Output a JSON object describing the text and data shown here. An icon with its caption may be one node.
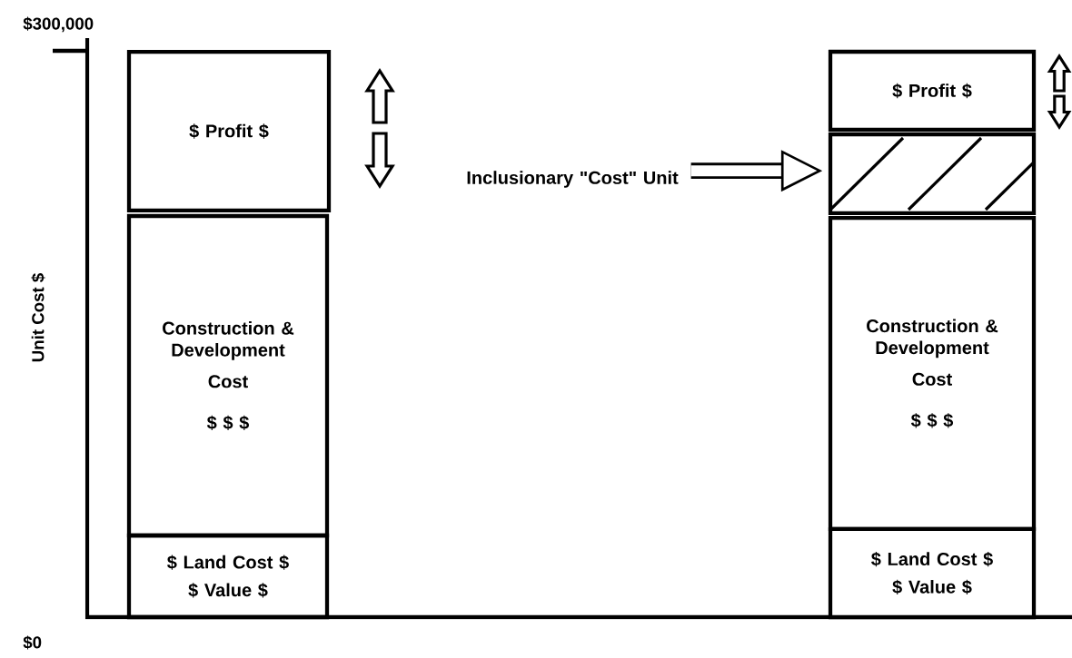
{
  "diagram": {
    "nodes": [
      {
        "text": [
          "$ Profit $"
        ]
      },
      {
        "text": [
          "Construction & Development",
          "Cost",
          "$ $ $"
        ]
      },
      {
        "text": [
          "$ Land Cost $",
          "$ Value $"
        ]
      },
      {
        "text": [
          "Inclusionary \"Cost\" Unit"
        ]
      },
      {
        "text": [
          "$ Profit $"
        ]
      },
      {
        "text": [],
        "shape": "box"
      },
      {
        "text": [
          "Construction & Development",
          "Cost",
          "$ $ $"
        ]
      },
      {
        "text": [
          "$ Land Cost $",
          "$ Value $"
        ]
      }
    ],
    "edges": [
      {
        "from": 3,
        "to": 5,
        "arrow": "to"
      }
    ],
    "labels": [
      "$300,000",
      "Unit Cost $",
      "$0"
    ]
  }
}
